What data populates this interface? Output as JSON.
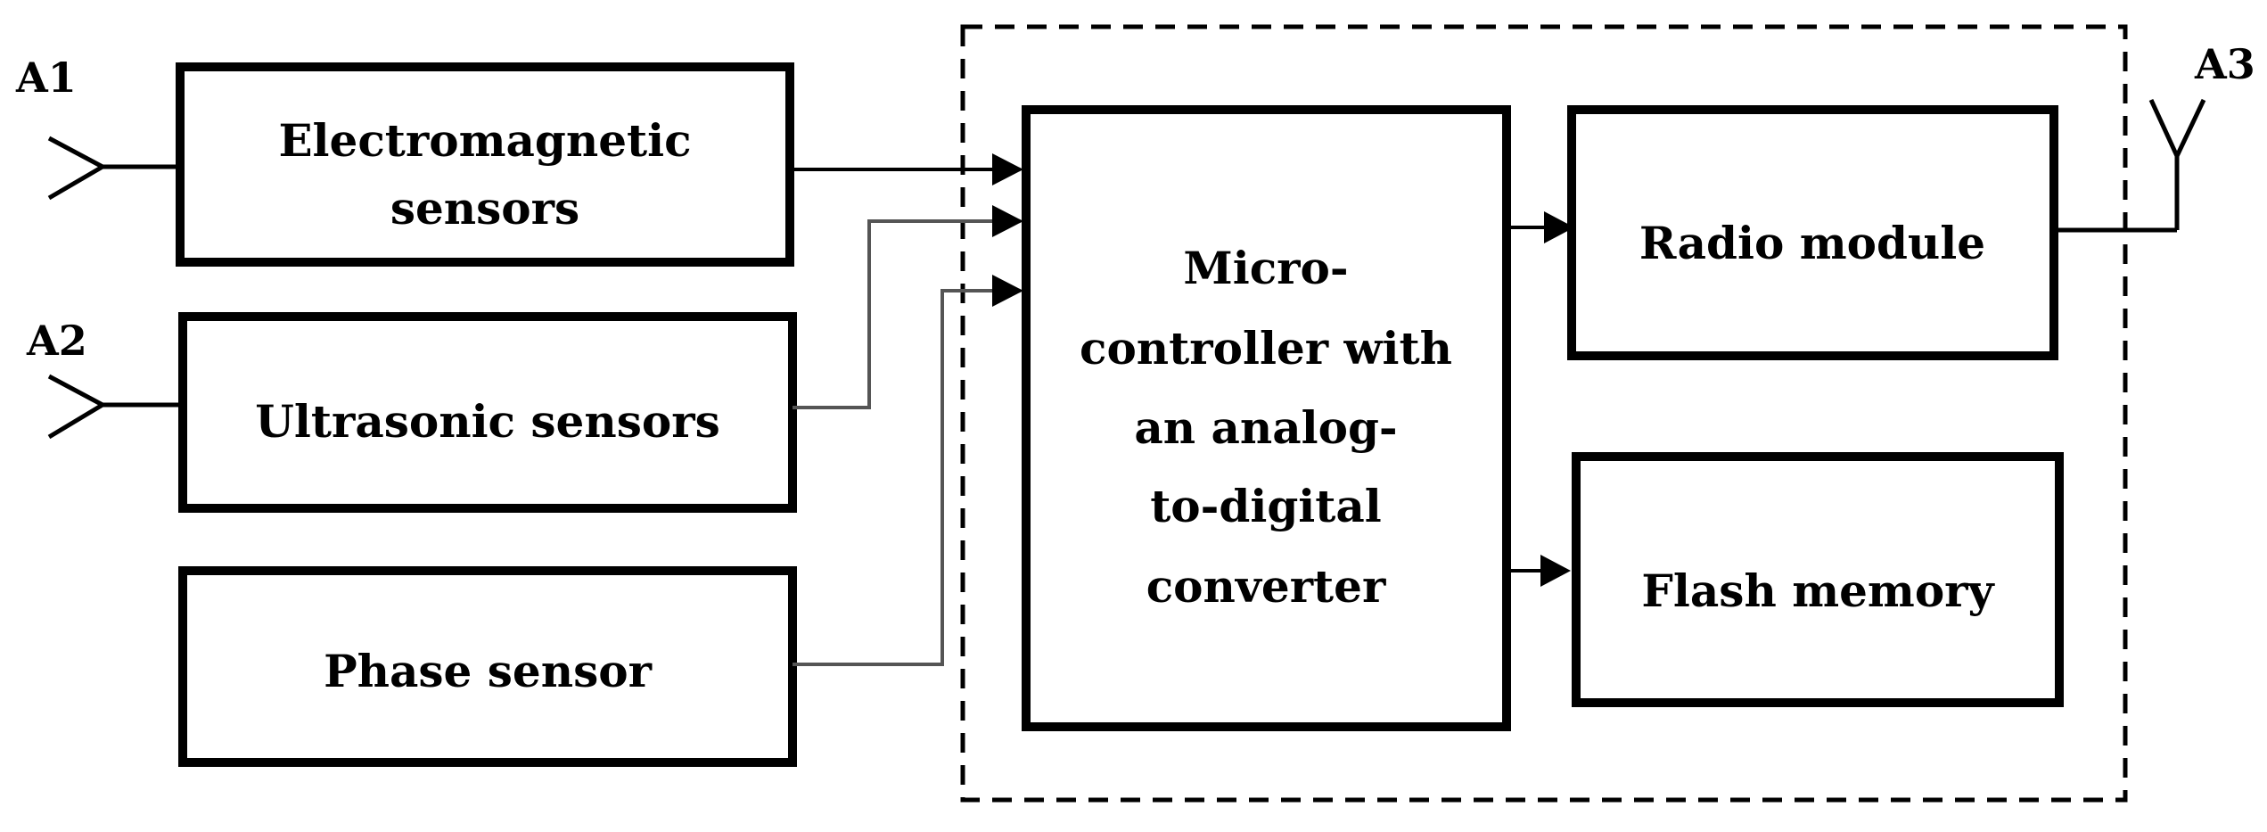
{
  "antennas": {
    "a1": "A1",
    "a2": "A2",
    "a3": "A3"
  },
  "blocks": {
    "electromagnetic": [
      "Electromagnetic",
      "sensors"
    ],
    "ultrasonic": [
      "Ultrasonic sensors"
    ],
    "phase": [
      "Phase sensor"
    ],
    "microcontroller": [
      "Micro-",
      "controller with",
      "an analog-",
      "to-digital",
      "converter"
    ],
    "radio": [
      "Radio module"
    ],
    "flash": [
      "Flash memory"
    ]
  },
  "colors": {
    "stroke": "#000000",
    "connector_gray": "#555555",
    "background": "#ffffff"
  }
}
